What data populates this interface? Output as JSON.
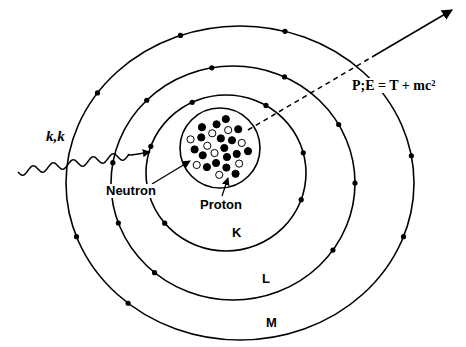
{
  "diagram": {
    "labels": [
      "P;E = T + mc²",
      "k,k",
      "Neutron",
      "Proton",
      "K",
      "L",
      "M"
    ]
  }
}
